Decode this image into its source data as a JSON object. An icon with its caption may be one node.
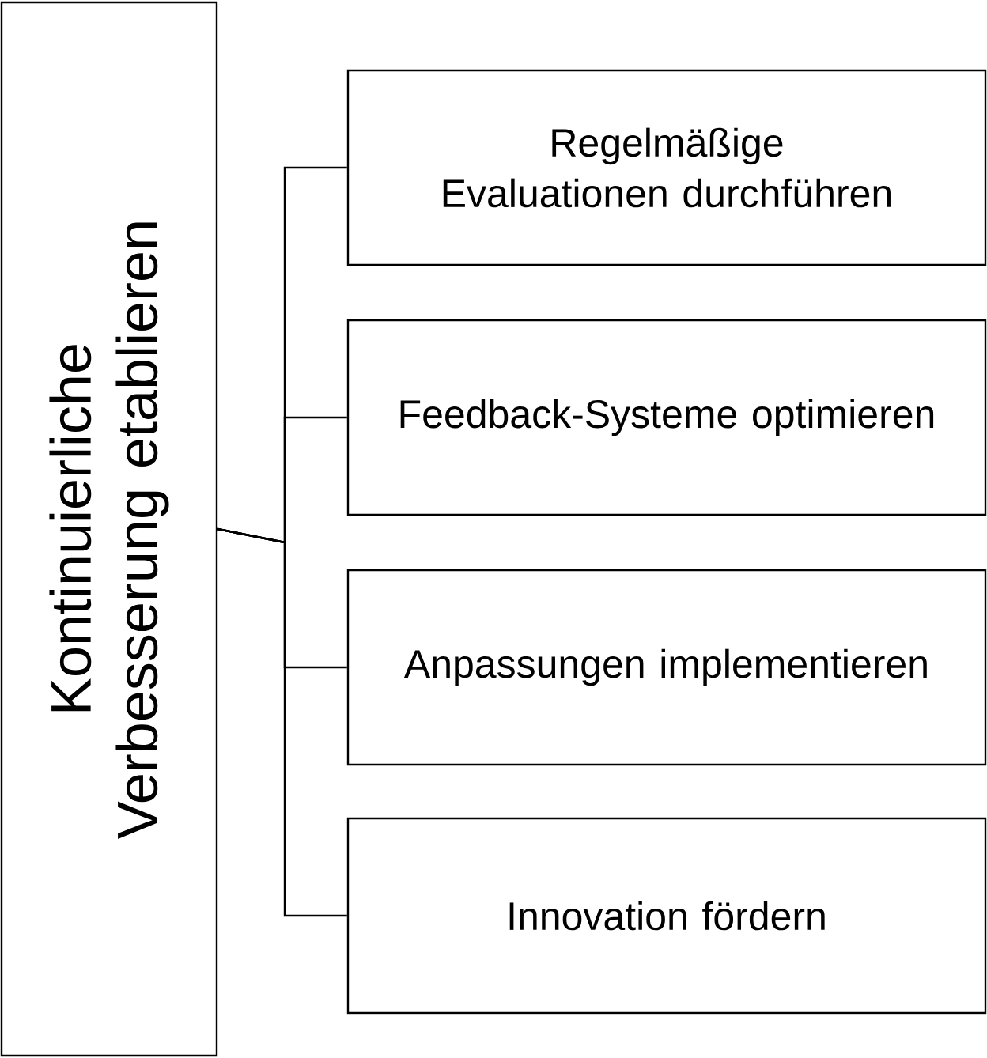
{
  "diagram": {
    "nodes": [
      {
        "text": [
          "Kontinuierliche Verbesserung etablieren"
        ]
      },
      {
        "text": [
          "Regelmäßige Evaluationen durchführen"
        ]
      },
      {
        "text": [
          "Feedback-Systeme optimieren"
        ]
      },
      {
        "text": [
          "Anpassungen implementieren"
        ]
      },
      {
        "text": [
          "Innovation fördern"
        ]
      }
    ],
    "edges": [
      {
        "from": 0,
        "to": 1,
        "arrow": "none"
      },
      {
        "from": 0,
        "to": 2,
        "arrow": "none"
      },
      {
        "from": 0,
        "to": 3,
        "arrow": "none"
      },
      {
        "from": 0,
        "to": 4,
        "arrow": "none"
      }
    ]
  }
}
